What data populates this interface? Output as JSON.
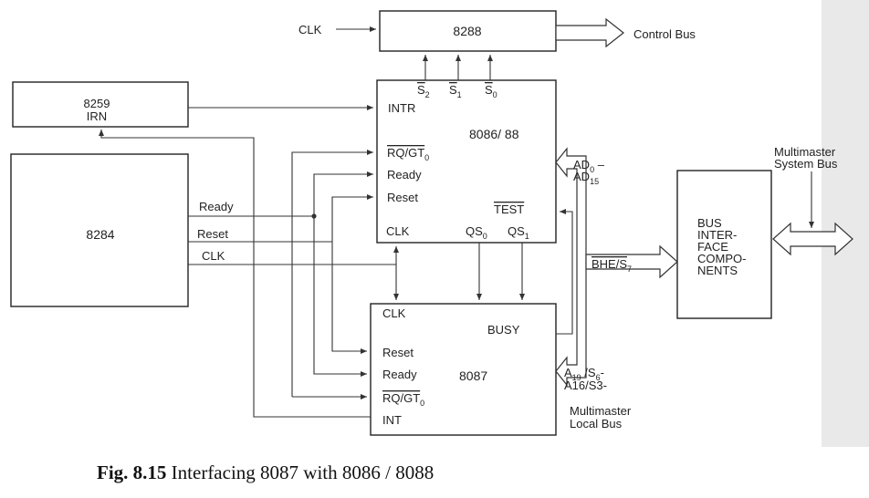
{
  "blocks": {
    "b8288": "8288",
    "b8259_line1": "8259",
    "b8259_line2": "IRN",
    "b8284": "8284",
    "b8086": "8086/ 88",
    "b8087": "8087",
    "bus_if": [
      "BUS",
      "INTER-",
      "FACE",
      "COMPO-",
      "NENTS"
    ]
  },
  "signals": {
    "clk_in": "CLK",
    "control_bus": "Control Bus",
    "s2": "S",
    "s2_sub": "2",
    "s1": "S",
    "s1_sub": "1",
    "s0": "S",
    "s0_sub": "0",
    "intr": "INTR",
    "rq_gt0": "RQ/GT",
    "rq_sub": "0",
    "ready": "Ready",
    "reset": "Reset",
    "test": "TEST",
    "clk": "CLK",
    "qs0": "QS",
    "qs0_sub": "0",
    "qs1": "QS",
    "qs1_sub": "1",
    "busy": "BUSY",
    "int": "INT",
    "ad0": "AD",
    "ad0_sub": "0",
    "ad0_dash": " –",
    "ad15": "AD",
    "ad15_sub": "15",
    "bhe": "BHE/S",
    "bhe_sub": "7",
    "a19_pre": "A",
    "a19_sub": "19",
    "a19_mid": " /S",
    "a19_sub2": "6",
    "a19_end": "-",
    "a16": "A16/S3-",
    "multimaster_local": [
      "Multimaster",
      "Local Bus"
    ],
    "multimaster_system": [
      "Multimaster",
      "System Bus"
    ],
    "ready_8284": "Ready",
    "reset_8284": "Reset",
    "clk_8284": "CLK"
  },
  "caption": {
    "label": "Fig. 8.15",
    "text": " Interfacing 8087 with 8086 / 8088"
  }
}
